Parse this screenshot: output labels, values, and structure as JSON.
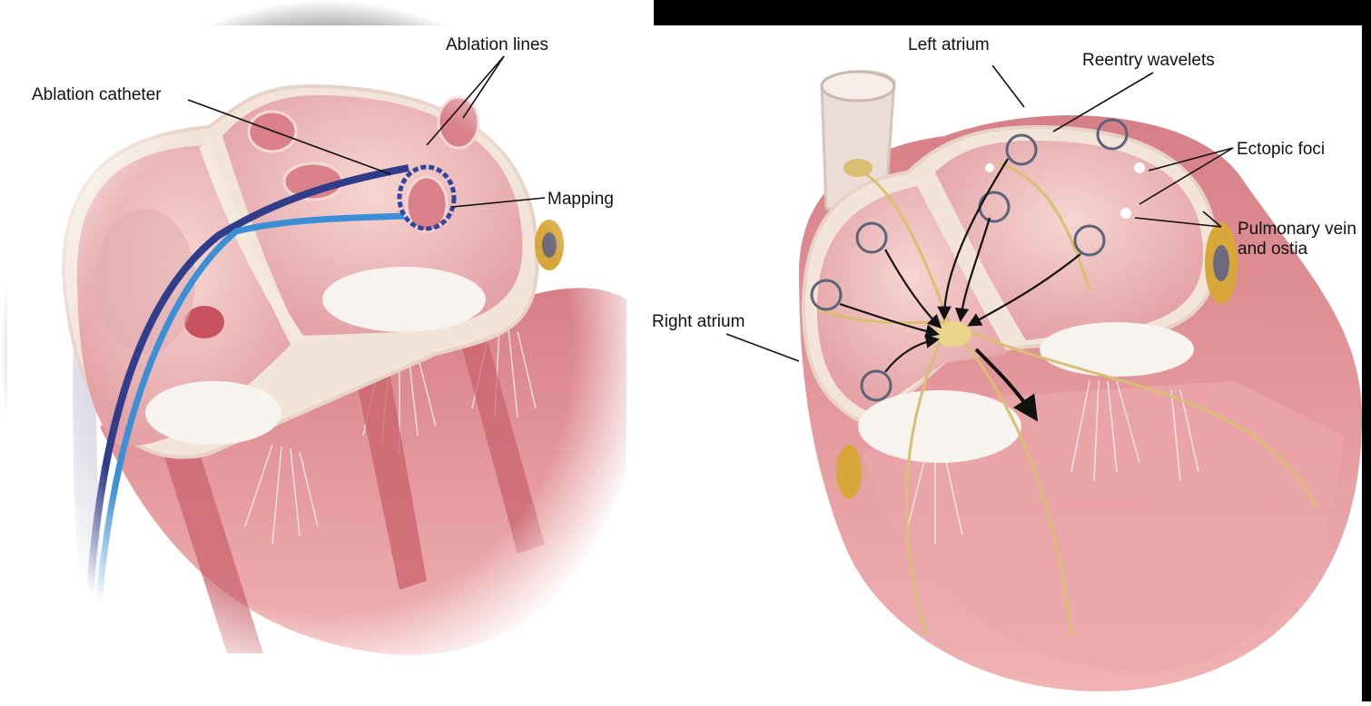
{
  "figure": {
    "left_panel": {
      "labels": {
        "ablation_catheter": "Ablation catheter",
        "ablation_lines": "Ablation lines",
        "mapping": "Mapping"
      }
    },
    "right_panel": {
      "labels": {
        "left_atrium": "Left atrium",
        "reentry_wavelets": "Reentry wavelets",
        "ectopic_foci": "Ectopic foci",
        "pulmonary_vein_line1": "Pulmonary vein",
        "pulmonary_vein_line2": "and ostia",
        "right_atrium": "Right atrium"
      }
    },
    "colors": {
      "frame": "#000000",
      "myocardium": "#e79b9f",
      "chamber_wall": "#f2c9c4",
      "septum": "#f7ece4",
      "valve": "#f7f3ef",
      "catheter_dark": "#2f3d8a",
      "catheter_light": "#3a8fd6",
      "nerve": "#d9bf73",
      "fat": "#d9a63a"
    }
  }
}
